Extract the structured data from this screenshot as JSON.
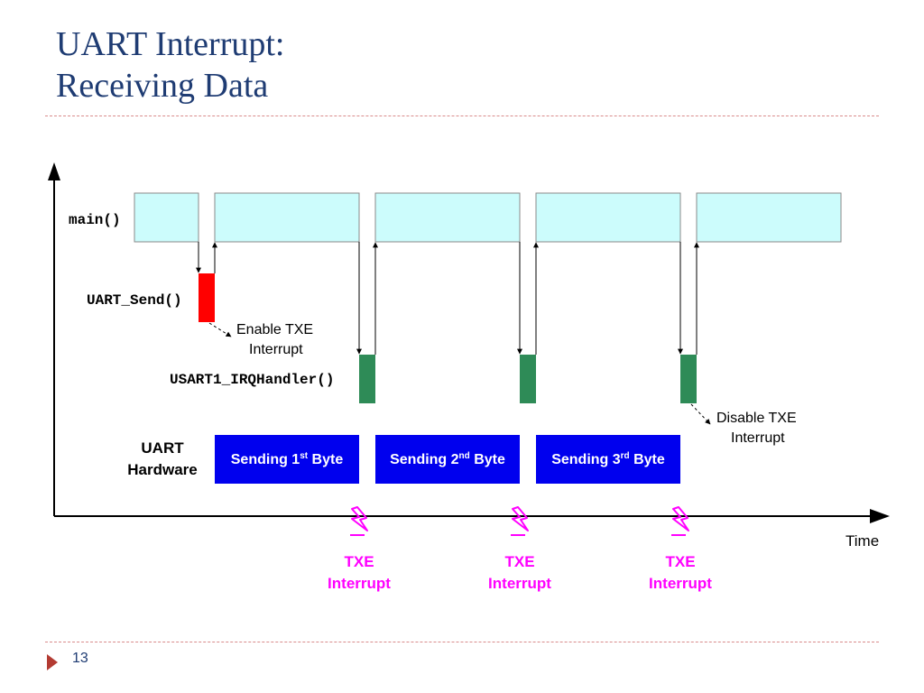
{
  "title": {
    "line1": "UART Interrupt:",
    "line2": "Receiving Data"
  },
  "diagram": {
    "lanes": {
      "main": "main()",
      "send": "UART_Send()",
      "irq": "USART1_IRQHandler()",
      "hw_line1": "UART",
      "hw_line2": "Hardware"
    },
    "annotations": {
      "enable_line1": "Enable TXE",
      "enable_line2": "Interrupt",
      "disable_line1": "Disable TXE",
      "disable_line2": "Interrupt"
    },
    "sending": [
      {
        "prefix": "Sending 1",
        "sup": "st",
        "suffix": " Byte"
      },
      {
        "prefix": "Sending 2",
        "sup": "nd",
        "suffix": " Byte"
      },
      {
        "prefix": "Sending 3",
        "sup": "rd",
        "suffix": " Byte"
      }
    ],
    "interrupts": [
      {
        "line1": "TXE",
        "line2": "Interrupt"
      },
      {
        "line1": "TXE",
        "line2": "Interrupt"
      },
      {
        "line1": "TXE",
        "line2": "Interrupt"
      }
    ],
    "time_label": "Time",
    "colors": {
      "main_fill": "#ccfcfc",
      "main_stroke": "#8a8a8a",
      "send_fill": "#ff0000",
      "irq_fill": "#2e8b57",
      "hw_fill": "#0000ee",
      "interrupt": "#ff00ff",
      "title": "#1f3c73",
      "accent": "#b33b32"
    }
  },
  "footer": {
    "page_number": "13"
  }
}
